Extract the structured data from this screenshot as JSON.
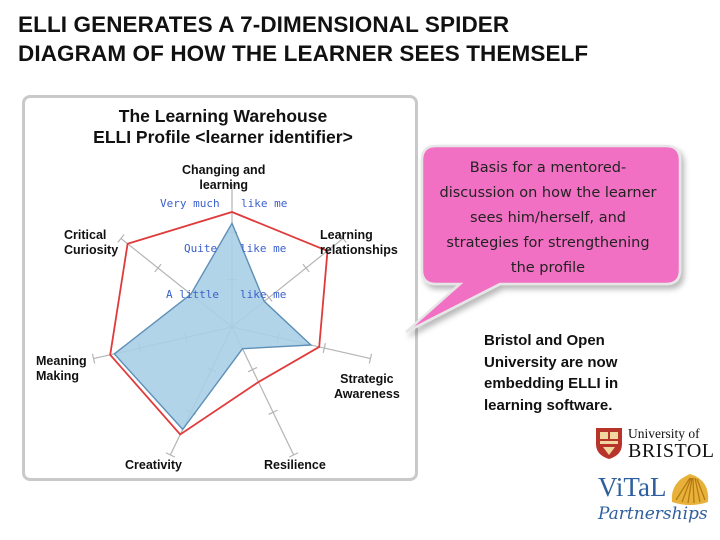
{
  "slide": {
    "title_lines": [
      "ELLI GENERATES A 7-DIMENSIONAL SPIDER",
      "DIAGRAM OF HOW THE LEARNER SEES THEMSELF"
    ]
  },
  "panel": {
    "title_lines": [
      "The Learning Warehouse",
      "ELLI Profile <learner identifier>"
    ]
  },
  "diagram": {
    "axes": [
      {
        "lines": [
          "Changing and",
          "learning"
        ]
      },
      {
        "lines": [
          "Learning",
          "relationships"
        ]
      },
      {
        "lines": [
          "Strategic",
          "Awareness"
        ]
      },
      {
        "lines": [
          "Resilience"
        ]
      },
      {
        "lines": [
          "Creativity"
        ]
      },
      {
        "lines": [
          "Meaning",
          "Making"
        ]
      },
      {
        "lines": [
          "Critical",
          "Curiosity"
        ]
      }
    ],
    "scale_labels": [
      {
        "left": "Very much",
        "right": "like me"
      },
      {
        "left": "Quite",
        "right": "like me"
      },
      {
        "left": "A little",
        "right": "like me"
      }
    ],
    "max_value": 1.0,
    "profile_outline": [
      0.81,
      0.86,
      0.63,
      0.43,
      0.84,
      0.88,
      0.94
    ],
    "profile_fill": [
      0.73,
      0.29,
      0.57,
      0.17,
      0.8,
      0.85,
      0.37
    ],
    "colors": {
      "outline": "#e03a3a",
      "fill": "#a8cfe6",
      "fill_stroke": "#5d8fb8",
      "axis": "#b5b5b5",
      "scale_text": "#3a5fcd"
    }
  },
  "callout": {
    "lines": [
      "Basis for a mentored-",
      "discussion on how the learner",
      "sees him/herself, and",
      "strategies for strengthening",
      "the profile"
    ],
    "color": "#f26fc3"
  },
  "note": {
    "lines": [
      "Bristol and Open",
      "University are now",
      "embedding ELLI in",
      "learning software."
    ]
  },
  "logos": {
    "bristol": {
      "top": "University of",
      "name": "BRISTOL",
      "crest_icon": "university-crest-icon"
    },
    "vital": {
      "name": "ViTaL",
      "sub": "Partnerships",
      "shell_icon": "shell-icon"
    }
  }
}
